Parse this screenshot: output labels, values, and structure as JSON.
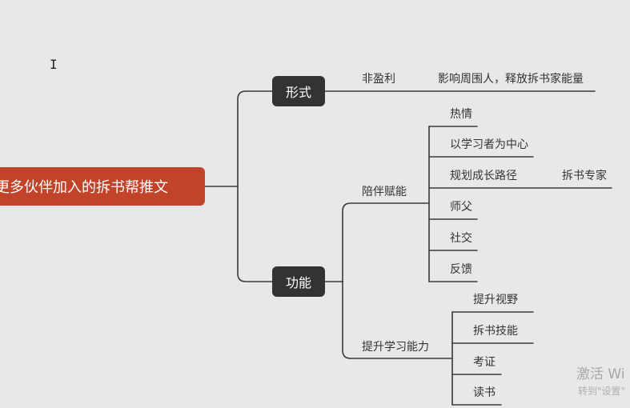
{
  "root": {
    "label": "更多伙伴加入的拆书帮推文"
  },
  "branches": {
    "form": {
      "label": "形式",
      "children": {
        "nonprofit": {
          "label": "非盈利",
          "detail": "影响周围人，释放拆书家能量"
        }
      }
    },
    "function": {
      "label": "功能",
      "children": {
        "companion": {
          "label": "陪伴赋能",
          "items": [
            "热情",
            "以学习者为中心",
            "规划成长路径",
            "师父",
            "社交",
            "反馈"
          ],
          "path_detail": "拆书专家"
        },
        "improve": {
          "label": "提升学习能力",
          "items": [
            "提升视野",
            "拆书技能",
            "考证",
            "读书"
          ]
        }
      }
    }
  },
  "cursor": "I",
  "watermark": {
    "title": "激活 Wi",
    "subtitle": "转到\"设置\""
  },
  "colors": {
    "root": "#c0432a",
    "branch": "#333331",
    "line": "#3a3a3a",
    "background": "#e8e8e6"
  }
}
